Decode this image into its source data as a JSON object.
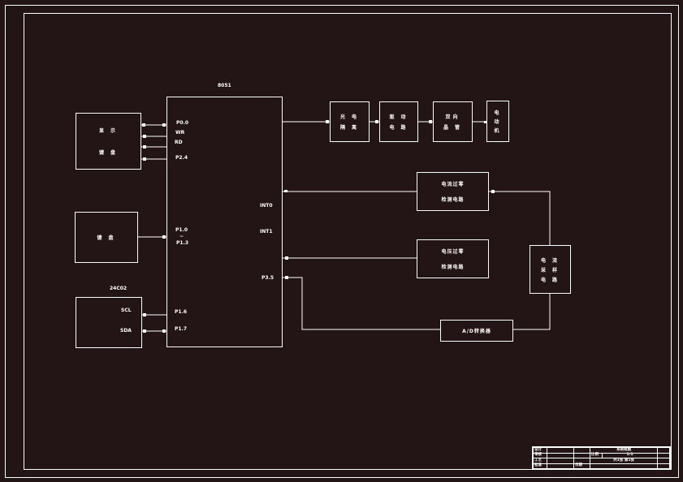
{
  "diagram": {
    "mcu_title": "8051",
    "mcu_pins": {
      "p00": "P0.0",
      "wr": "WR",
      "rd": "RD",
      "p24": "P2.4",
      "p10": "P1.0",
      "tilde": "~",
      "p13": "P1.3",
      "p16": "P1.6",
      "p17": "P1.7",
      "int0": "INT0",
      "int1": "INT1",
      "p35": "P3.5"
    },
    "blocks": {
      "display": [
        "显 示",
        "键 盘"
      ],
      "keypad": "键 盘",
      "eeprom_title": "24C02",
      "eeprom_pins": [
        "SCL",
        "SDA"
      ],
      "optocoupler": [
        "光 电",
        "隔 离"
      ],
      "driver": [
        "驱 动",
        "电 路"
      ],
      "thyristor": [
        "双向",
        "晶 管"
      ],
      "motor": [
        "电",
        "动",
        "机"
      ],
      "current_detect": [
        "电流过零",
        "检测电路"
      ],
      "voltage_detect": [
        "电压过零",
        "检测电路"
      ],
      "sampling": [
        "电 流",
        "采 样",
        "电 路"
      ],
      "adc": "A/D转换器"
    }
  },
  "title_block": {
    "rows": [
      "设计",
      "审核",
      "工艺",
      "批准"
    ],
    "drawing_title": "系统框图",
    "scale_label": "比例",
    "scale_value": "1:1",
    "sheet": "共1张 第1张",
    "extra": "日期"
  }
}
